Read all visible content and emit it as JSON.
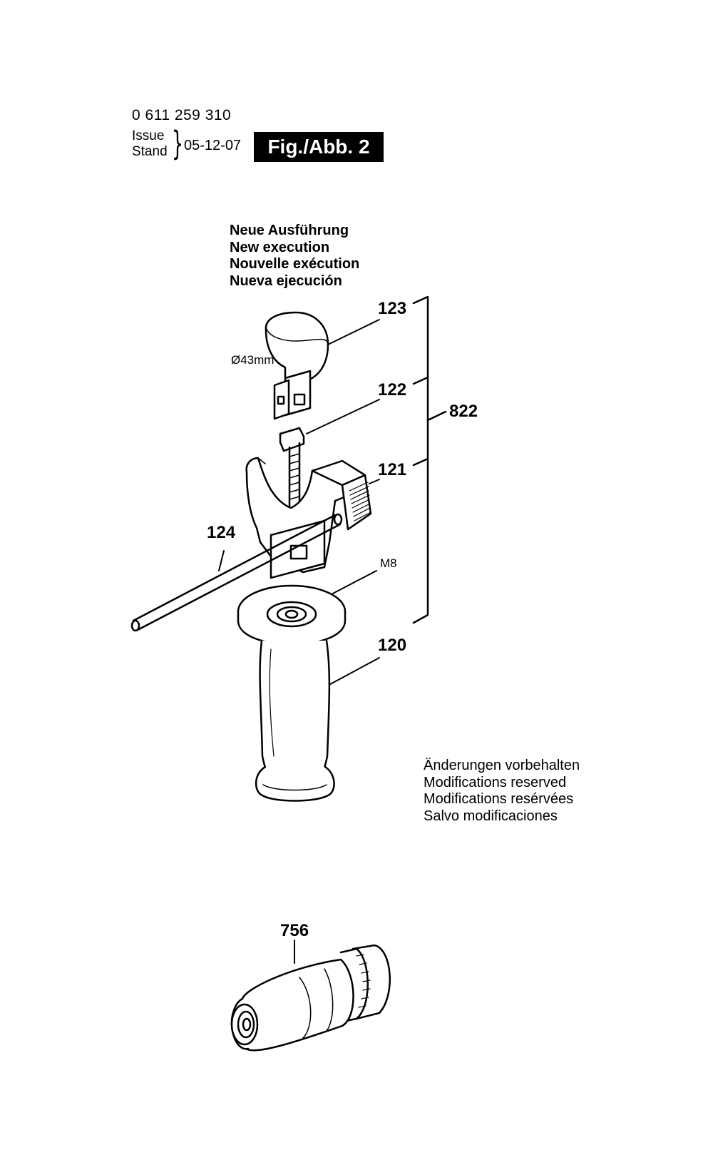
{
  "header": {
    "part_number": "0 611 259 310",
    "issue_label": "Issue",
    "stand_label": "Stand",
    "brace": "}",
    "issue_date": "05-12-07",
    "figure_label": "Fig./Abb. 2"
  },
  "execution_notes": [
    "Neue Ausführung",
    "New execution",
    "Nouvelle exécution",
    "Nueva ejecución"
  ],
  "modification_notes": [
    "Änderungen vorbehalten",
    "Modifications reserved",
    "Modifications resérvées",
    "Salvo modificaciones"
  ],
  "callouts": {
    "clamp_band": "123",
    "diameter": "Ø43mm",
    "clamp_bolt": "122",
    "assembly": "822",
    "housing": "121",
    "depth_rod": "124",
    "thread": "M8",
    "handle": "120",
    "chuck": "756"
  }
}
